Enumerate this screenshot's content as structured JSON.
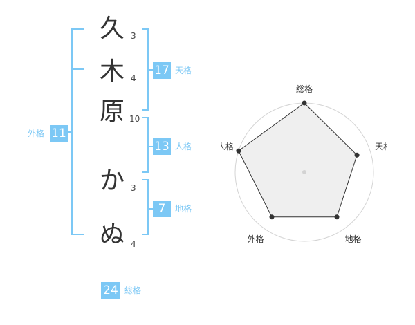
{
  "name": {
    "chars": [
      {
        "char": "久",
        "strokes": "3"
      },
      {
        "char": "木",
        "strokes": "4"
      },
      {
        "char": "原",
        "strokes": "10"
      },
      {
        "char": "か",
        "strokes": "3"
      },
      {
        "char": "ぬ",
        "strokes": "4"
      }
    ]
  },
  "kaku": {
    "tenkaku": {
      "value": "17",
      "label": "天格"
    },
    "jinkaku": {
      "value": "13",
      "label": "人格"
    },
    "chikaku": {
      "value": "7",
      "label": "地格"
    },
    "gaikaku": {
      "value": "11",
      "label": "外格"
    },
    "soukaku": {
      "value": "24",
      "label": "総格"
    }
  },
  "colors": {
    "accent": "#7cc8f5",
    "text": "#333333"
  },
  "chart_data": {
    "type": "radar",
    "categories": [
      "総格",
      "天格",
      "地格",
      "外格",
      "人格"
    ],
    "values": [
      5,
      4,
      4,
      4,
      5
    ],
    "range": [
      0,
      5
    ],
    "rings": 5
  }
}
